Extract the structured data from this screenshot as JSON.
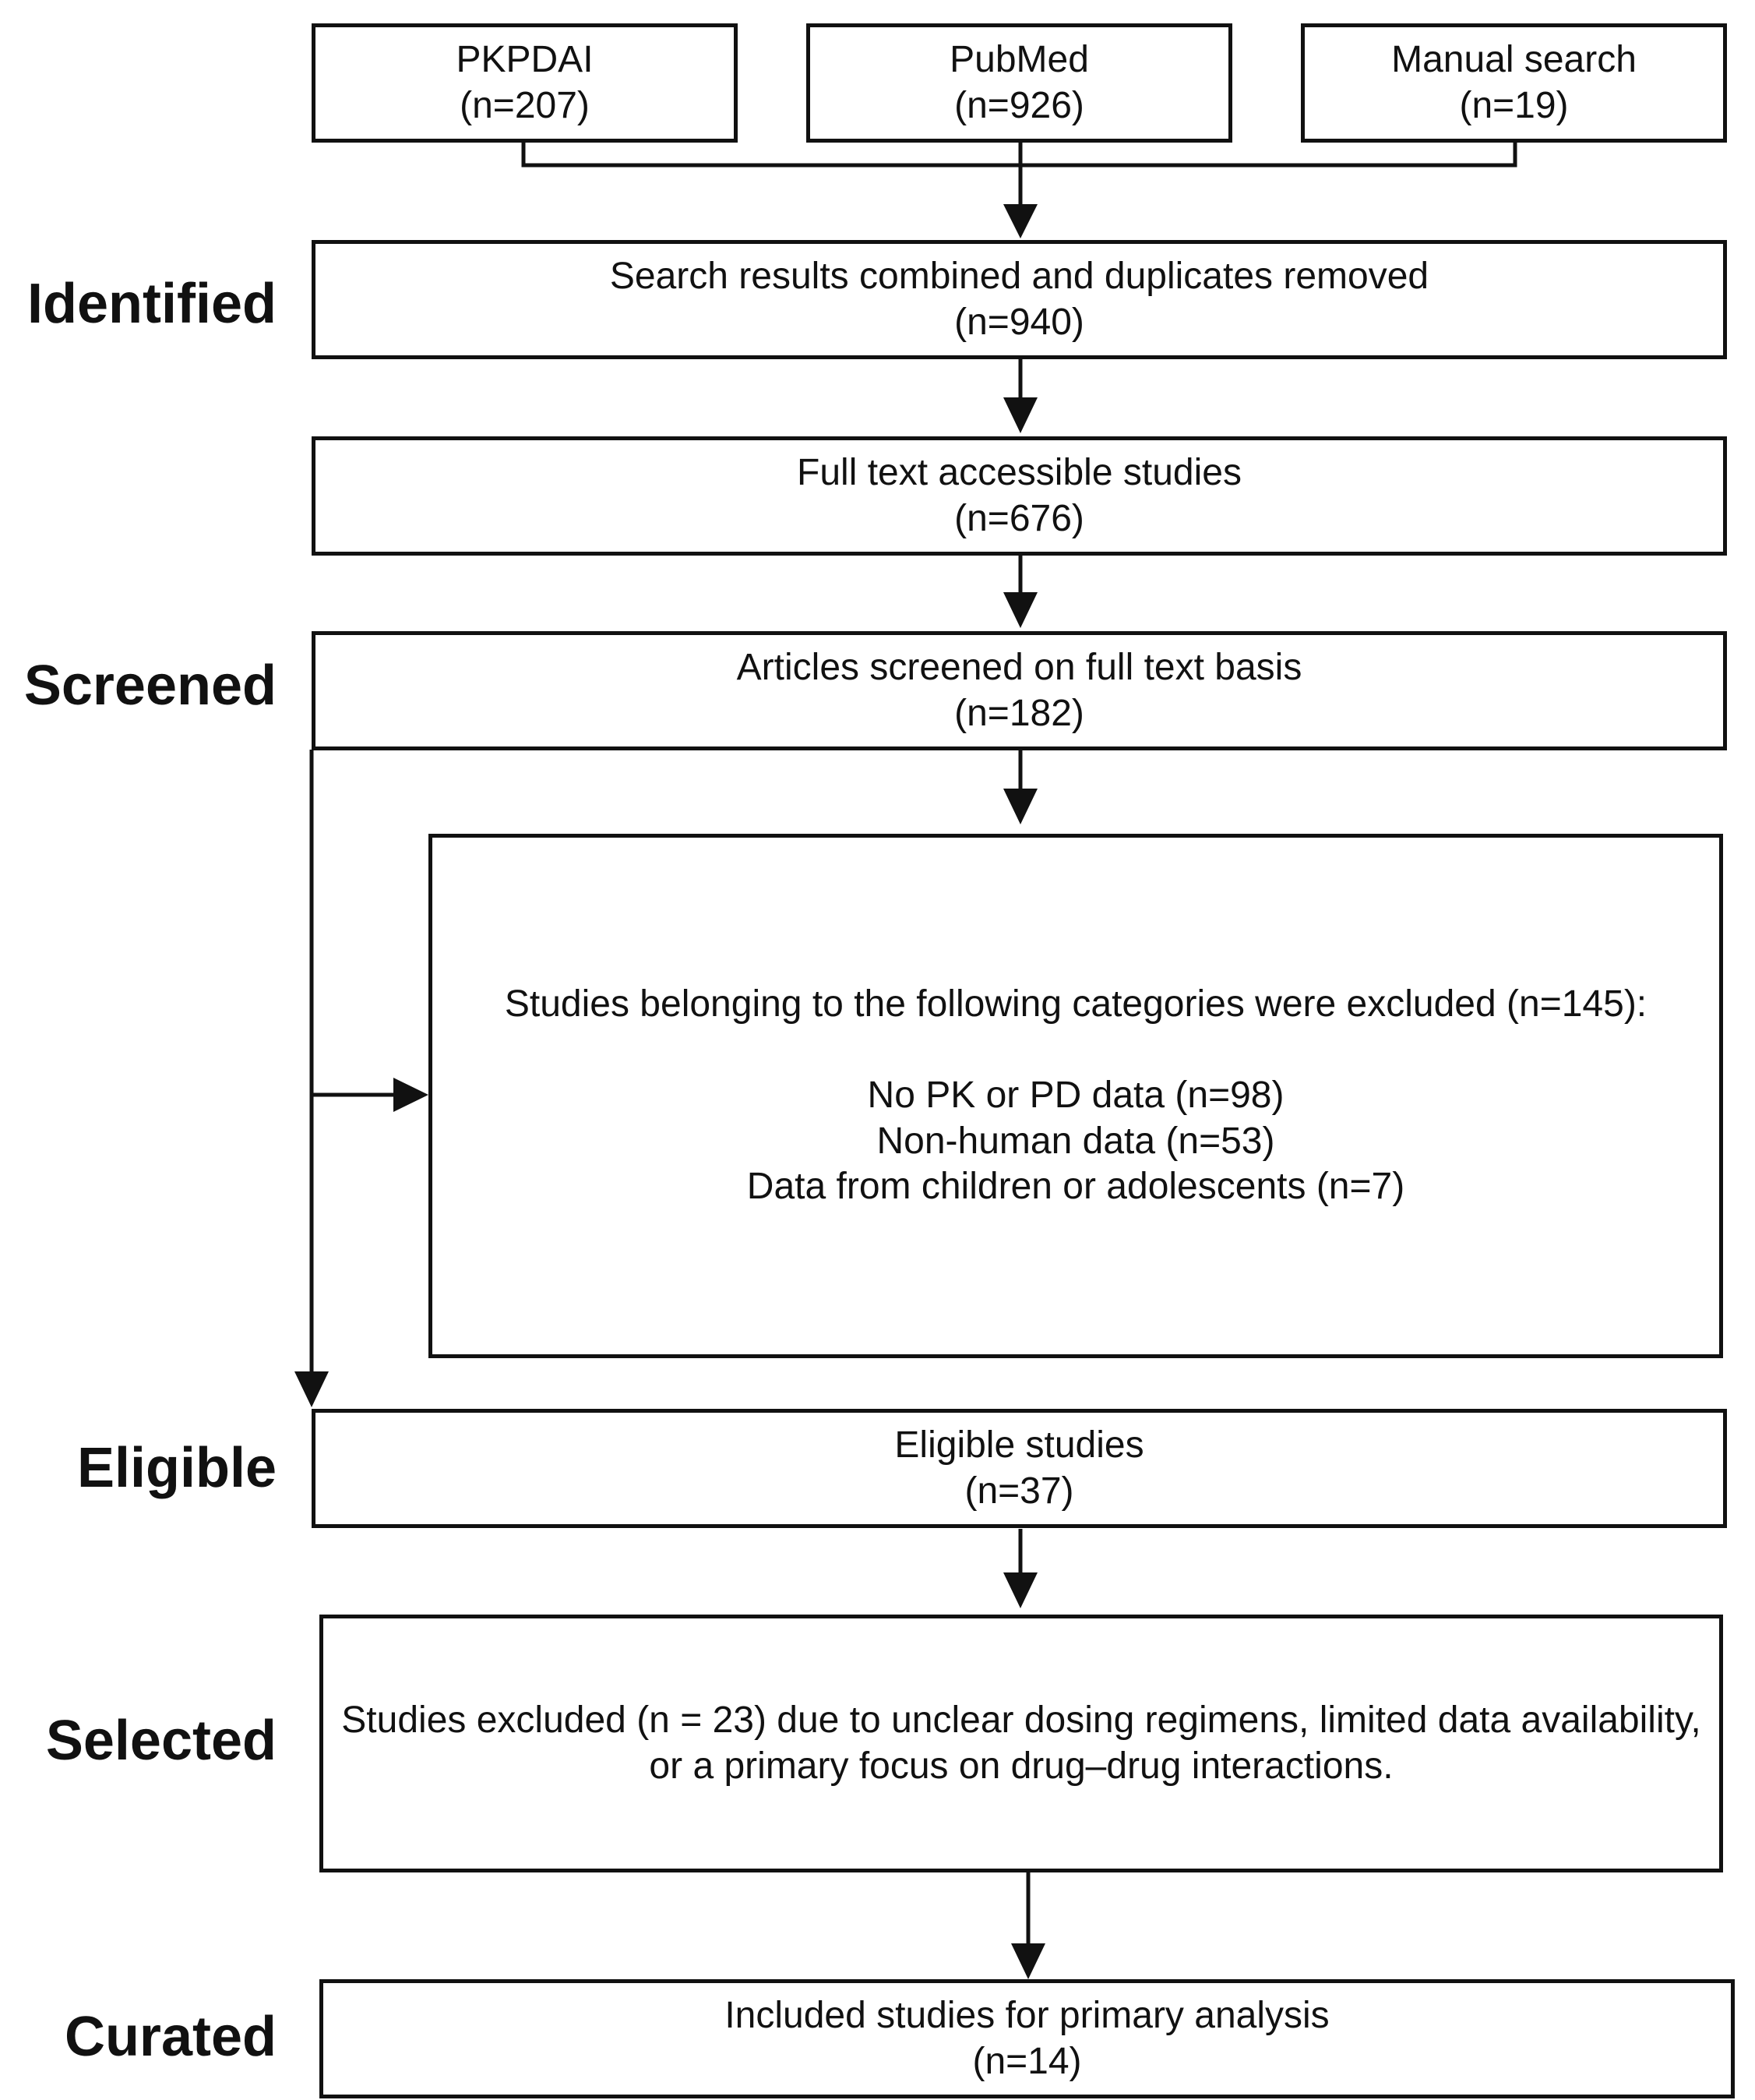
{
  "sources": [
    {
      "name": "PKPDAI",
      "count": "(n=207)"
    },
    {
      "name": "PubMed",
      "count": "(n=926)"
    },
    {
      "name": "Manual search",
      "count": "(n=19)"
    }
  ],
  "stages": {
    "identified": "Identified",
    "screened": "Screened",
    "eligible": "Eligible",
    "selected": "Selected",
    "curated": "Curated"
  },
  "combined": {
    "text": "Search results combined and duplicates removed",
    "count": "(n=940)"
  },
  "fulltext": {
    "text": "Full text accessible studies",
    "count": "(n=676)"
  },
  "screened_box": {
    "text": "Articles screened on full text basis",
    "count": "(n=182)"
  },
  "excluded": {
    "header": "Studies belonging to the following categories were excluded (n=145):",
    "reasons": [
      "No PK or PD data (n=98)",
      "Non-human data (n=53)",
      "Data from children or adolescents (n=7)"
    ]
  },
  "eligible_box": {
    "text": "Eligible studies",
    "count": "(n=37)"
  },
  "selected_excluded": {
    "lines": [
      "Studies excluded (n = 23) due to unclear dosing regimens, limited data availability,",
      "or a primary focus on drug–drug interactions."
    ]
  },
  "included": {
    "text": "Included studies for primary analysis",
    "count": "(n=14)"
  }
}
